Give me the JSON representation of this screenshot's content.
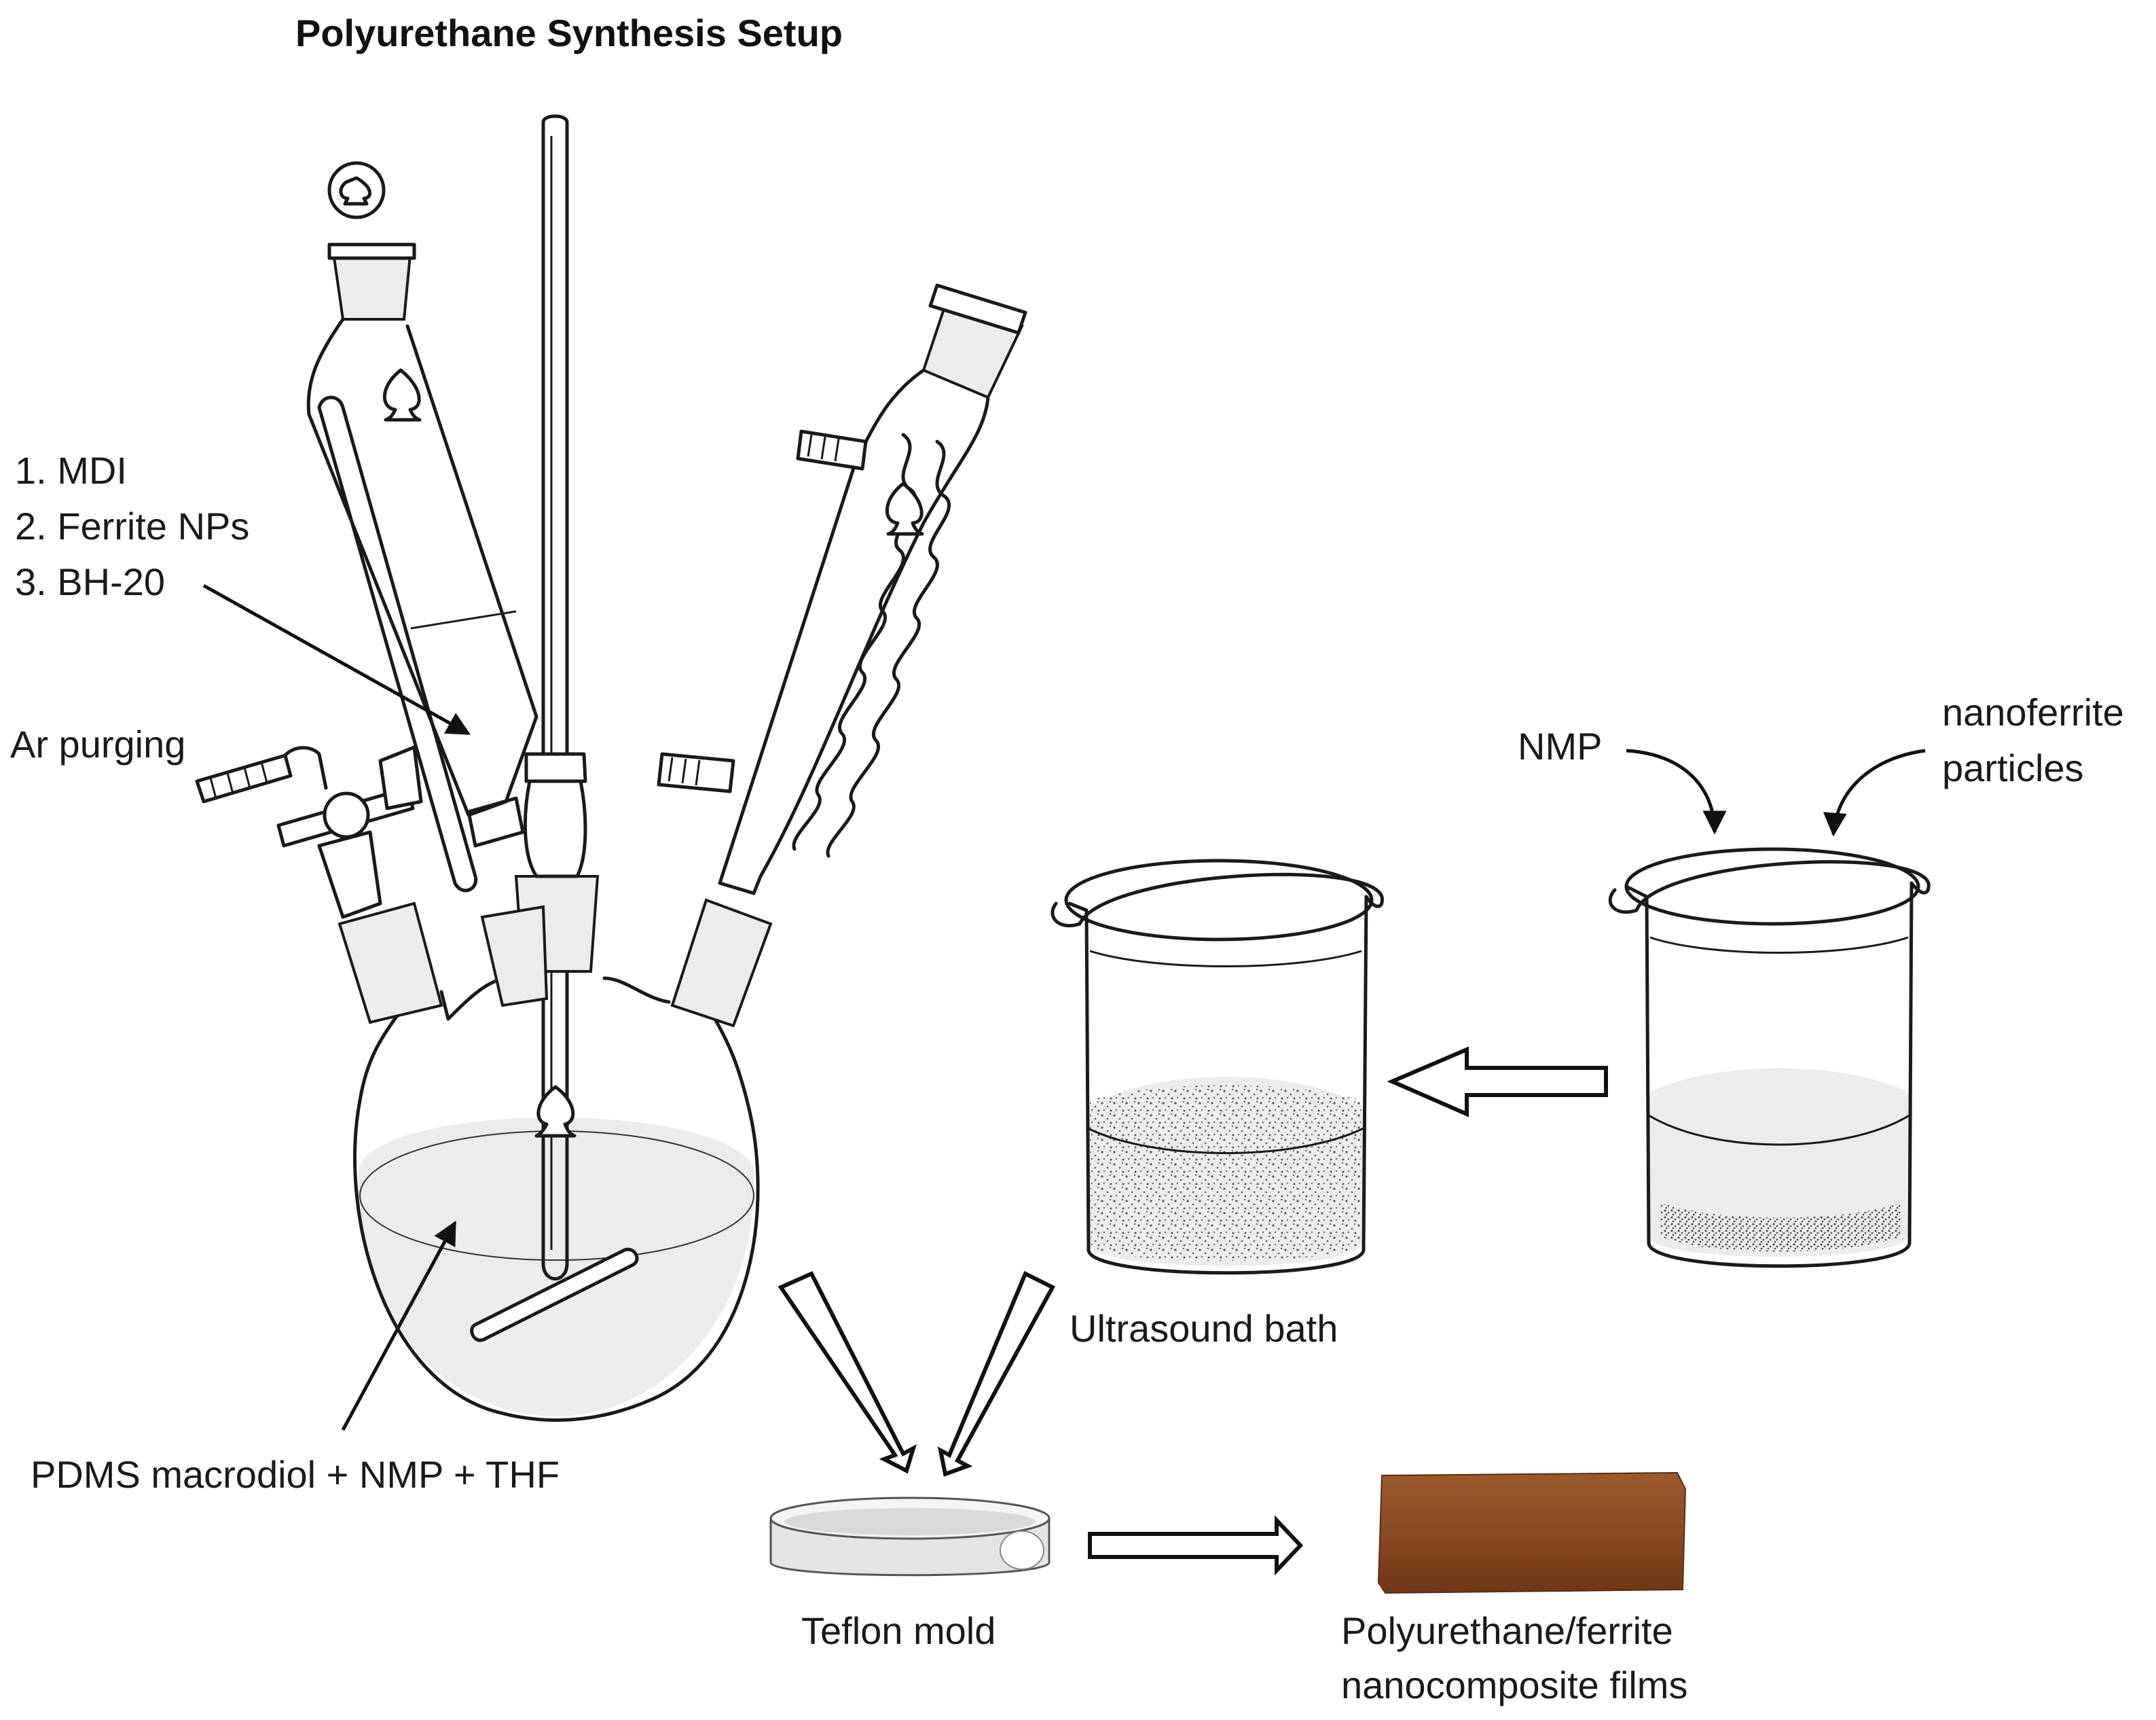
{
  "title": "Polyurethane Synthesis Setup",
  "labels": {
    "reagents_1": "1. MDI",
    "reagents_2": "2. Ferrite NPs",
    "reagents_3": "3. BH-20",
    "ar_purging": "Ar purging",
    "flask_contents": "PDMS macrodiol + NMP + THF",
    "nmp": "NMP",
    "nanoferrite_1": "nanoferrite",
    "nanoferrite_2": "particles",
    "ultrasound_bath": "Ultrasound bath",
    "teflon_mold": "Teflon mold",
    "films_1": "Polyurethane/ferrite",
    "films_2": "nanocomposite films"
  },
  "colors": {
    "line": "#1a1a1a",
    "liquid": "#ececec",
    "film": "#8a4a22"
  }
}
